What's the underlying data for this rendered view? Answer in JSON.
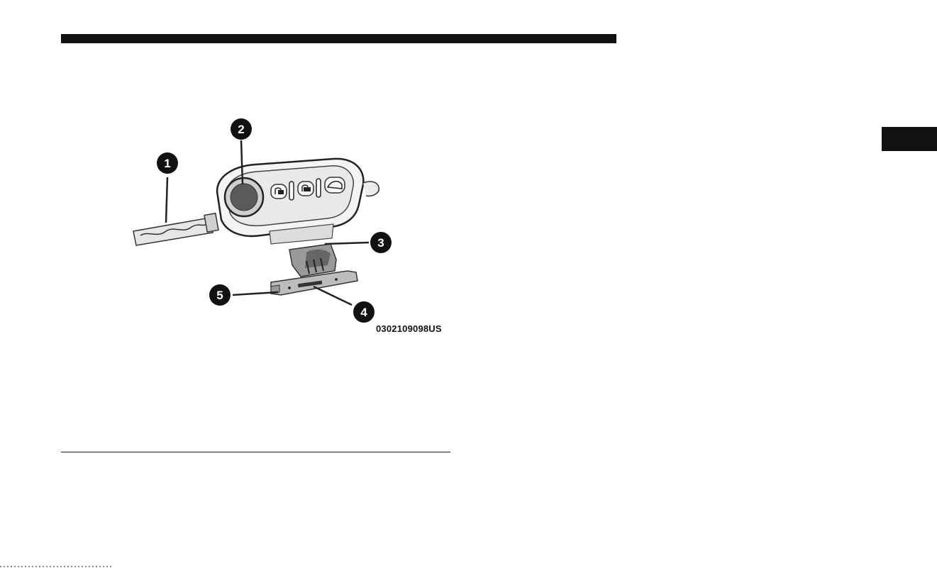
{
  "figure": {
    "code": "0302109098US",
    "callouts": [
      "1",
      "2",
      "3",
      "4",
      "5"
    ]
  },
  "colors": {
    "rule": "#111111",
    "tab": "#111111",
    "callout_fill": "#111111"
  },
  "icons": [
    "flip-key-illustration",
    "unlock-icon",
    "lock-icon",
    "trunk-icon",
    "blade-icon"
  ]
}
